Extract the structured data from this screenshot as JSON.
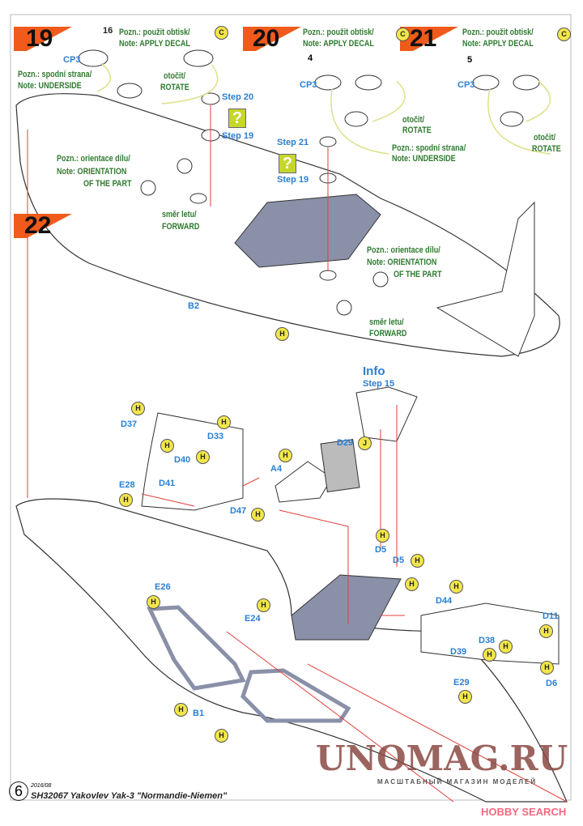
{
  "steps": {
    "s19": "19",
    "s20": "20",
    "s21": "21",
    "s22": "22"
  },
  "notes": {
    "pozn_decal": "Pozn.: použit obtisk/",
    "note_decal": "Note: APPLY DECAL",
    "pozn_underside": "Pozn.: spodní strana/",
    "note_underside": "Note: UNDERSIDE",
    "rotate1": "otočit/",
    "rotate2": "ROTATE",
    "pozn_orient": "Pozn.: orientace dílu/",
    "note_orient": "Note: ORIENTATION",
    "orient3": "OF THE PART",
    "dir1": "směr letu/",
    "dir2": "FORWARD"
  },
  "refs": {
    "step20": "Step 20",
    "step19": "Step 19",
    "step21": "Step 21",
    "info": "Info",
    "step15": "Step 15",
    "question": "?"
  },
  "decals": {
    "d16": "16",
    "d4": "4",
    "d5": "5"
  },
  "badges": {
    "C": "C",
    "H": "H",
    "J": "J"
  },
  "parts": {
    "CP3": "CP3",
    "B2": "B2",
    "B1": "B1",
    "D37": "D37",
    "D33": "D33",
    "D40": "D40",
    "D41": "D41",
    "E28": "E28",
    "D47": "D47",
    "D29": "D29",
    "A4": "A4",
    "D5": "D5",
    "D44": "D44",
    "D11": "D11",
    "D38": "D38",
    "D39": "D39",
    "E29": "E29",
    "D6": "D6",
    "E26": "E26",
    "E24": "E24"
  },
  "footer": {
    "page": "6",
    "date": "2016/08",
    "title": "SH32067  Yakovlev Yak-3 \"Normandie-Niemen\""
  },
  "watermark": {
    "main": "UNOMAG.RU",
    "sub": "МАСШТАБНЫЙ МАГАЗИН МОДЕЛЕЙ",
    "hobby": "HOBBY SEARCH"
  },
  "colors": {
    "header": "#f05a1a",
    "part": "#2a7fd4",
    "note": "#2f7a2f",
    "line": "#e0403a",
    "panel": "#8a90a8"
  }
}
